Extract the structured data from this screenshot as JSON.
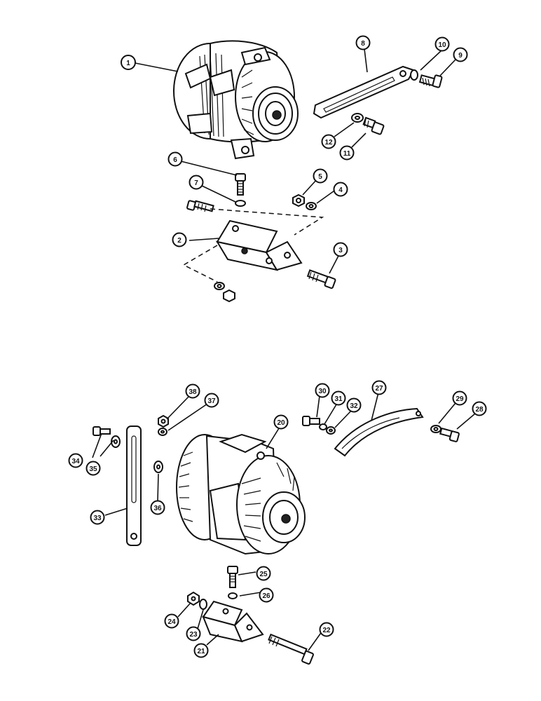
{
  "upper_assembly": {
    "callouts": [
      {
        "id": "c1",
        "label": "1"
      },
      {
        "id": "c2",
        "label": "2"
      },
      {
        "id": "c3",
        "label": "3"
      },
      {
        "id": "c4",
        "label": "4"
      },
      {
        "id": "c5",
        "label": "5"
      },
      {
        "id": "c6",
        "label": "6"
      },
      {
        "id": "c7",
        "label": "7"
      },
      {
        "id": "c8",
        "label": "8"
      },
      {
        "id": "c9",
        "label": "9"
      },
      {
        "id": "c10",
        "label": "10"
      },
      {
        "id": "c11",
        "label": "11"
      },
      {
        "id": "c12",
        "label": "12"
      }
    ]
  },
  "lower_assembly": {
    "callouts": [
      {
        "id": "c20",
        "label": "20"
      },
      {
        "id": "c21",
        "label": "21"
      },
      {
        "id": "c22",
        "label": "22"
      },
      {
        "id": "c23",
        "label": "23"
      },
      {
        "id": "c24",
        "label": "24"
      },
      {
        "id": "c25",
        "label": "25"
      },
      {
        "id": "c26",
        "label": "26"
      },
      {
        "id": "c27",
        "label": "27"
      },
      {
        "id": "c28",
        "label": "28"
      },
      {
        "id": "c29",
        "label": "29"
      },
      {
        "id": "c30",
        "label": "30"
      },
      {
        "id": "c31",
        "label": "31"
      },
      {
        "id": "c32",
        "label": "32"
      },
      {
        "id": "c33",
        "label": "33"
      },
      {
        "id": "c34",
        "label": "34"
      },
      {
        "id": "c35",
        "label": "35"
      },
      {
        "id": "c36",
        "label": "36"
      },
      {
        "id": "c37",
        "label": "37"
      },
      {
        "id": "c38",
        "label": "38"
      }
    ]
  }
}
